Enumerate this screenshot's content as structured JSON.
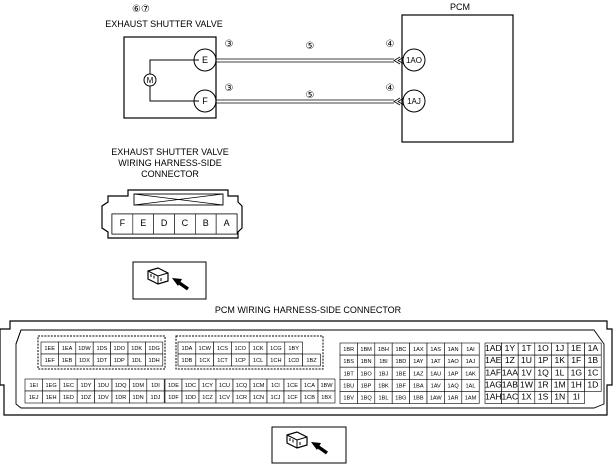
{
  "labels": {
    "shutter_circles": "⑥⑦",
    "shutter_valve": "EXHAUST SHUTTER VALVE",
    "pcm": "PCM",
    "motor": "M",
    "harness_title_1": "EXHAUST SHUTTER VALVE",
    "harness_title_2": "WIRING HARNESS-SIDE",
    "harness_title_3": "CONNECTOR",
    "pcm_connector_title": "PCM WIRING HARNESS-SIDE CONNECTOR"
  },
  "wiring": {
    "wires": [
      {
        "valve_terminal": "E",
        "valve_note": "③",
        "wire_note": "⑤",
        "pcm_note": "④",
        "pcm_terminal": "1AO"
      },
      {
        "valve_terminal": "F",
        "valve_note": "③",
        "wire_note": "⑤",
        "pcm_note": "④",
        "pcm_terminal": "1AJ"
      }
    ]
  },
  "valve_connector": {
    "pins": [
      "F",
      "E",
      "D",
      "C",
      "B",
      "A"
    ]
  },
  "pcm_connector": {
    "block1_upper": [
      [
        "1EE",
        "1EA",
        "1DW",
        "1DS",
        "1DO",
        "1DK",
        "1DG"
      ],
      [
        "1EF",
        "1EB",
        "1DX",
        "1DT",
        "1DP",
        "1DL",
        "1DH"
      ]
    ],
    "block1_lower": [
      [
        "1EI",
        "1EG",
        "1EC",
        "1DY",
        "1DU",
        "1DQ",
        "1DM",
        "1DI"
      ],
      [
        "1EJ",
        "1EH",
        "1ED",
        "1DZ",
        "1DV",
        "1DR",
        "1DN",
        "1DJ"
      ]
    ],
    "block2_upper": [
      [
        "1DA",
        "1CW",
        "1CS",
        "1CO",
        "1CK",
        "1CG",
        "1BY"
      ],
      [
        "1DB",
        "1CX",
        "1CT",
        "1CP",
        "1CL",
        "1CH",
        "1CD",
        "1BZ"
      ]
    ],
    "block2_lower": [
      [
        "1DE",
        "1DC",
        "1CY",
        "1CU",
        "1CQ",
        "1CM",
        "1CI",
        "1CE",
        "1CA",
        "1BW"
      ],
      [
        "1DF",
        "1DD",
        "1CZ",
        "1CV",
        "1CR",
        "1CN",
        "1CJ",
        "1CF",
        "1CB",
        "1BX"
      ]
    ],
    "block3": [
      [
        "1BR",
        "1BM",
        "1BH",
        "1BC",
        "1AX",
        "1AS",
        "1AN",
        "1AI"
      ],
      [
        "1BS",
        "1BN",
        "1BI",
        "1BD",
        "1AY",
        "1AT",
        "1AO",
        "1AJ"
      ],
      [
        "1BT",
        "1BO",
        "1BJ",
        "1BE",
        "1AZ",
        "1AU",
        "1AP",
        "1AK"
      ],
      [
        "1BU",
        "1BP",
        "1BK",
        "1BF",
        "1BA",
        "1AV",
        "1AQ",
        "1AL"
      ],
      [
        "1BV",
        "1BQ",
        "1BL",
        "1BG",
        "1BB",
        "1AW",
        "1AR",
        "1AM"
      ]
    ],
    "block4": [
      [
        "1AD",
        "1Y",
        "1T",
        "1O",
        "1J",
        "1E",
        "1A"
      ],
      [
        "1AE",
        "1Z",
        "1U",
        "1P",
        "1K",
        "1F",
        "1B"
      ],
      [
        "1AF",
        "1AA",
        "1V",
        "1Q",
        "1L",
        "1G",
        "1C"
      ],
      [
        "1AG",
        "1AB",
        "1W",
        "1R",
        "1M",
        "1H",
        "1D"
      ],
      [
        "1AH",
        "1AC",
        "1X",
        "1S",
        "1N",
        "1I"
      ]
    ]
  }
}
